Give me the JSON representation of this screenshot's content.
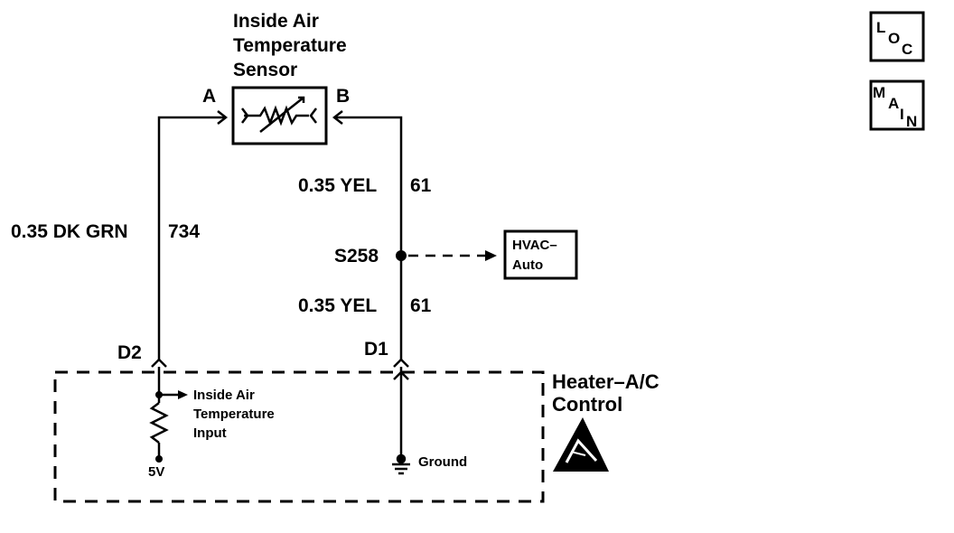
{
  "sensor": {
    "title_line1": "Inside Air",
    "title_line2": "Temperature",
    "title_line3": "Sensor",
    "terminal_a": "A",
    "terminal_b": "B"
  },
  "wires": {
    "left_color": "0.35 DK GRN",
    "left_circuit": "734",
    "right_upper_color": "0.35 YEL",
    "right_upper_circuit": "61",
    "right_lower_color": "0.35 YEL",
    "right_lower_circuit": "61"
  },
  "splice": {
    "label": "S258",
    "destination_line1": "HVAC–",
    "destination_line2": "Auto"
  },
  "controller": {
    "title_line1": "Heater–A/C",
    "title_line2": "Control",
    "pin_d2": "D2",
    "pin_d1": "D1",
    "input_line1": "Inside Air",
    "input_line2": "Temperature",
    "input_line3": "Input",
    "supply": "5V",
    "ground": "Ground"
  },
  "nav": {
    "loc_l": "L",
    "loc_o": "O",
    "loc_c": "C",
    "main_m": "M",
    "main_a": "A",
    "main_i": "I",
    "main_n": "N"
  }
}
